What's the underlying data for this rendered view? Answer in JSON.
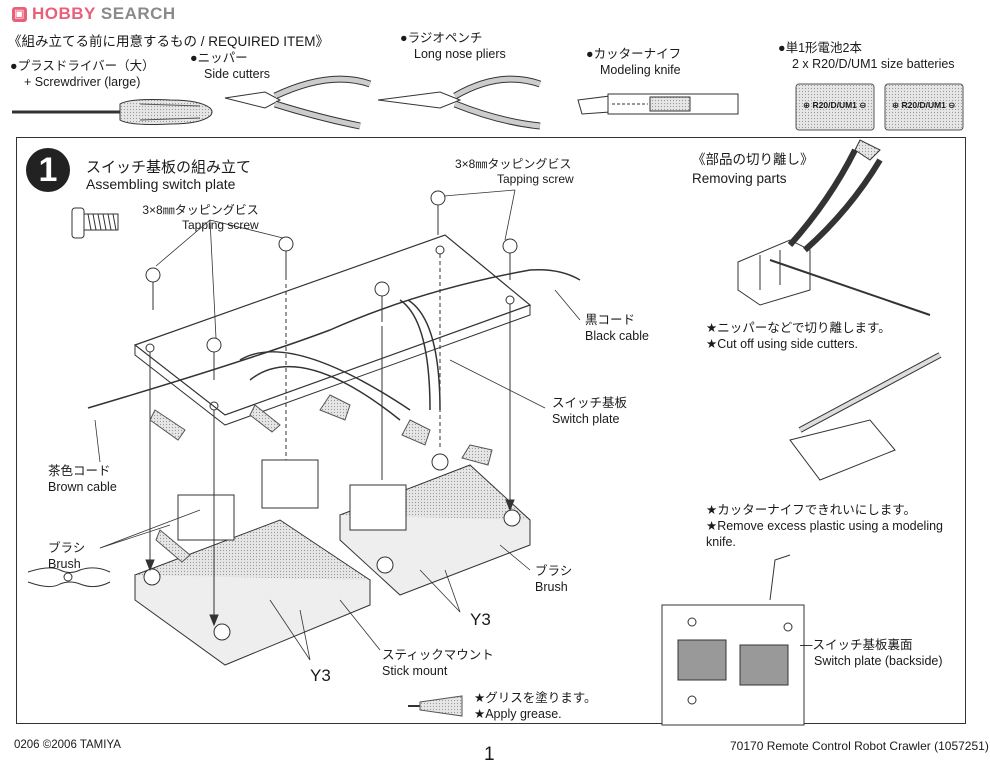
{
  "header": {
    "logo_hobby": "HOBBY",
    "logo_search": "SEARCH",
    "required_title": "《組み立てる前に用意するもの / REQUIRED ITEM》"
  },
  "required_items": [
    {
      "jp": "プラスドライバー（大）",
      "en": "+ Screwdriver (large)",
      "icon": "screwdriver-icon"
    },
    {
      "jp": "ニッパー",
      "en": "Side cutters",
      "icon": "side-cutters-icon"
    },
    {
      "jp": "ラジオペンチ",
      "en": "Long nose pliers",
      "icon": "long-nose-pliers-icon"
    },
    {
      "jp": "カッターナイフ",
      "en": "Modeling knife",
      "icon": "modeling-knife-icon"
    },
    {
      "jp": "単1形電池2本",
      "en": "2 x R20/D/UM1 size batteries",
      "icon": "battery-icon"
    }
  ],
  "battery_label": "R20/D/UM1",
  "step": {
    "number": "1",
    "title_jp": "スイッチ基板の組み立て",
    "title_en": "Assembling switch plate"
  },
  "parts": {
    "screw_spec_left_jp": "3×8㎜タッピングビス",
    "screw_spec_left_en": "Tapping screw",
    "screw_spec_right_jp": "3×8㎜タッピングビス",
    "screw_spec_right_en": "Tapping screw",
    "black_cable_jp": "黒コード",
    "black_cable_en": "Black cable",
    "switch_plate_jp": "スイッチ基板",
    "switch_plate_en": "Switch plate",
    "brown_cable_jp": "茶色コード",
    "brown_cable_en": "Brown cable",
    "brush_left_jp": "ブラシ",
    "brush_left_en": "Brush",
    "brush_right_jp": "ブラシ",
    "brush_right_en": "Brush",
    "stick_mount_jp": "スティックマウント",
    "stick_mount_en": "Stick mount",
    "y3_left": "Y3",
    "y3_right": "Y3",
    "grease_jp": "★グリスを塗ります。",
    "grease_en": "★Apply grease."
  },
  "removing_parts": {
    "title_jp": "《部品の切り離し》",
    "title_en": "Removing parts",
    "cut_jp": "★ニッパーなどで切り離します。",
    "cut_en": "★Cut off using side cutters.",
    "knife_jp": "★カッターナイフできれいにします。",
    "knife_en": "★Remove excess plastic using a modeling knife.",
    "backside_jp": "スイッチ基板裏面",
    "backside_en": "Switch plate (backside)"
  },
  "footer": {
    "code_copyright": "0206 ©2006 TAMIYA",
    "page_number": "1",
    "product": "70170  Remote Control Robot Crawler (1057251)"
  }
}
